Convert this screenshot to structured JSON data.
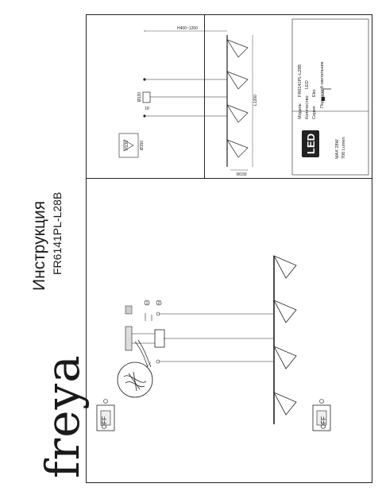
{
  "brand": {
    "logo_text": "freya"
  },
  "header": {
    "title": "Инструкция",
    "model": "FR6141PL-L28B"
  },
  "specs": {
    "rows": [
      {
        "label": "Модель",
        "value": "FR6141PL-L28B"
      },
      {
        "label": "Количество",
        "value": "LED"
      },
      {
        "label": "Серия",
        "value": "Eko"
      },
      {
        "label": "",
        "value": "Подвесной светильник"
      }
    ],
    "led_badge": "LED",
    "power": "MAX 28W",
    "flux": "700 Lumen"
  },
  "dimensions": {
    "width_label": "W150",
    "length_label": "L1200",
    "height_range": "H400~1200",
    "canopy_diameter": "Ø130",
    "canopy_height": "18",
    "shade_diameter": "Ø150",
    "shade_height": "H130"
  },
  "install": {
    "off_label_1": "OFF",
    "off_label_2": "OFF",
    "step_1": "1",
    "step_2": "2"
  }
}
